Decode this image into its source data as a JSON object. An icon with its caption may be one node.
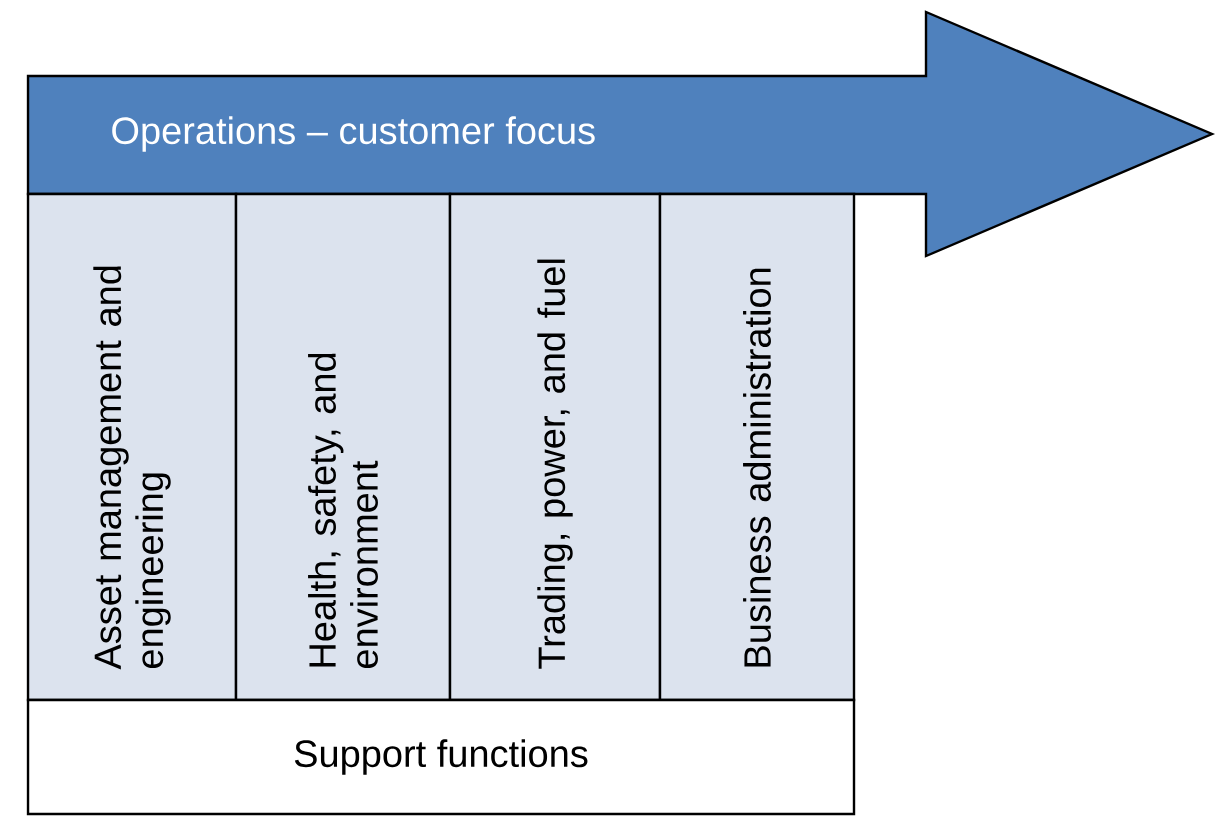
{
  "diagram": {
    "nodes": [
      {
        "text": [
          "Operations – customer focus"
        ]
      },
      {
        "text": [
          "Asset management and engineering"
        ]
      },
      {
        "text": [
          "Health, safety, and environment"
        ]
      },
      {
        "text": [
          "Trading, power, and fuel"
        ]
      },
      {
        "text": [
          "Business administration"
        ]
      },
      {
        "text": [
          "Support functions"
        ]
      }
    ]
  }
}
